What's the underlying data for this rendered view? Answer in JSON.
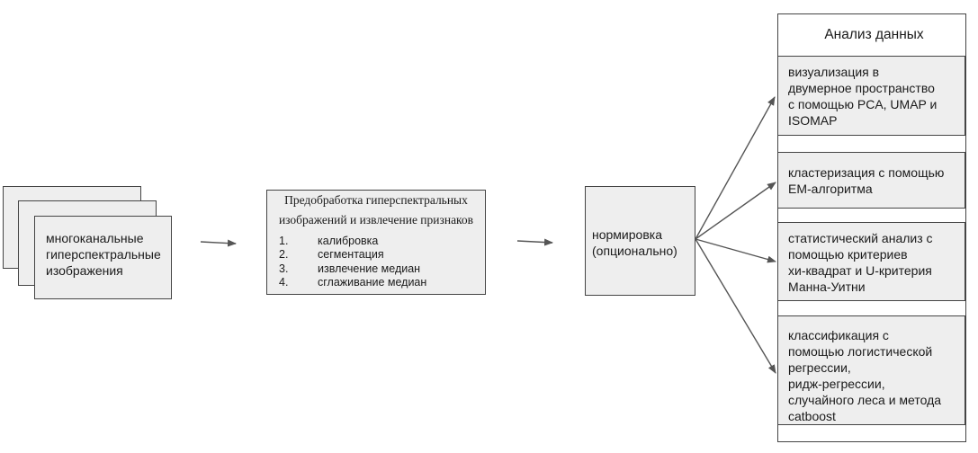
{
  "input": {
    "label": "многоканальные\nгиперспектральные\nизображения"
  },
  "preprocessing": {
    "title_line1": "Предобработка гиперспектральных",
    "title_line2": "изображений и извлечение признаков",
    "steps": [
      {
        "num": "1.",
        "label": "калибровка"
      },
      {
        "num": "2.",
        "label": "сегментация"
      },
      {
        "num": "3.",
        "label": "извлечение медиан"
      },
      {
        "num": "4.",
        "label": "сглаживание медиан"
      }
    ]
  },
  "normalization": {
    "label": "нормировка\n(опционально)"
  },
  "analysis": {
    "title": "Анализ данных",
    "items": [
      {
        "label": "визуализация в\nдвумерное пространство\nс помощью PCA, UMAP и\nISOMAP"
      },
      {
        "label": "кластеризация с помощью\nEM-алгоритма"
      },
      {
        "label": "статистический анализ с\nпомощью критериев\nхи-квадрат и U-критерия\nМанна-Уитни"
      },
      {
        "label": "классификация с\nпомощью логистической\nрегрессии,\nридж-регрессии,\nслучайного леса и метода\ncatboost"
      }
    ]
  },
  "colors": {
    "box_fill": "#eeeeee",
    "stroke": "#444444",
    "arrow": "#555555"
  }
}
